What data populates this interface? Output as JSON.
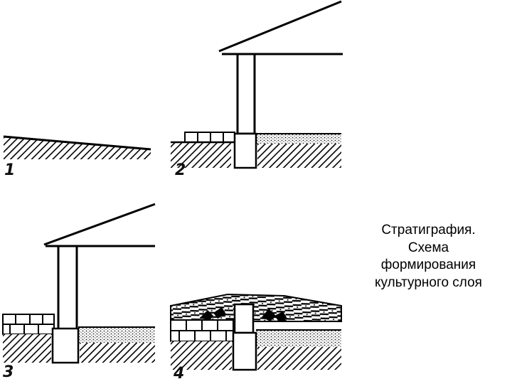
{
  "caption": {
    "lines": [
      "Стратиграфия.",
      "Схема",
      "формирования",
      "культурного слоя"
    ]
  },
  "panels": [
    {
      "number": "1"
    },
    {
      "number": "2"
    },
    {
      "number": "3"
    },
    {
      "number": "4"
    }
  ]
}
